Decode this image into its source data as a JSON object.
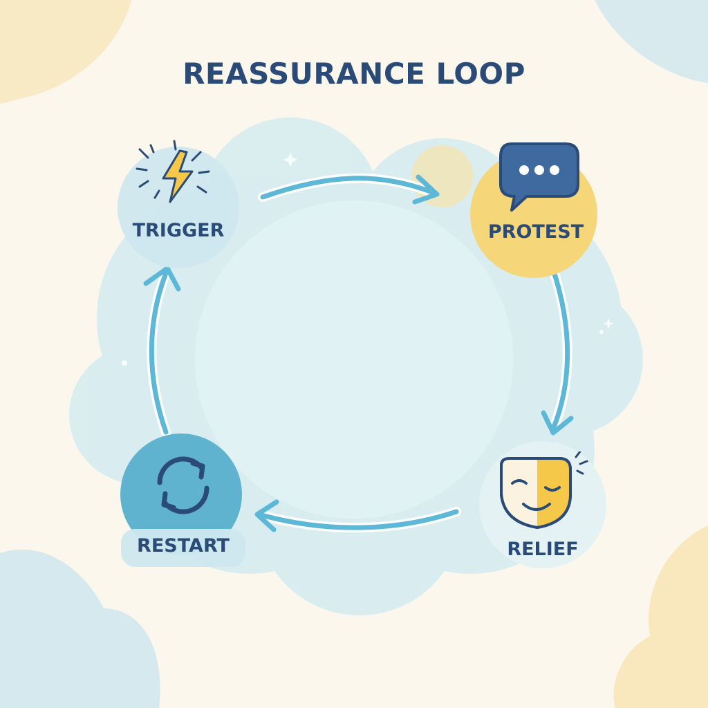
{
  "title": "REASSURANCE LOOP",
  "nodes": [
    {
      "id": "trigger",
      "label": "TRIGGER",
      "icon": "lightning-bolt-icon"
    },
    {
      "id": "protest",
      "label": "PROTEST",
      "icon": "speech-bubble-icon"
    },
    {
      "id": "relief",
      "label": "RELIEF",
      "icon": "relieved-face-icon"
    },
    {
      "id": "restart",
      "label": "RESTART",
      "icon": "refresh-arrows-icon"
    }
  ],
  "colors": {
    "background": "#fbf7ec",
    "title": "#2a4a78",
    "arrow": "#5cb8d6",
    "trigger_circle": "#cfe8ee",
    "protest_circle": "#f5d679",
    "relief_circle": "#e2f1f3",
    "restart_circle": "#5fb3cf",
    "accent_yellow": "#f5c84a",
    "navy": "#2a4a78"
  }
}
